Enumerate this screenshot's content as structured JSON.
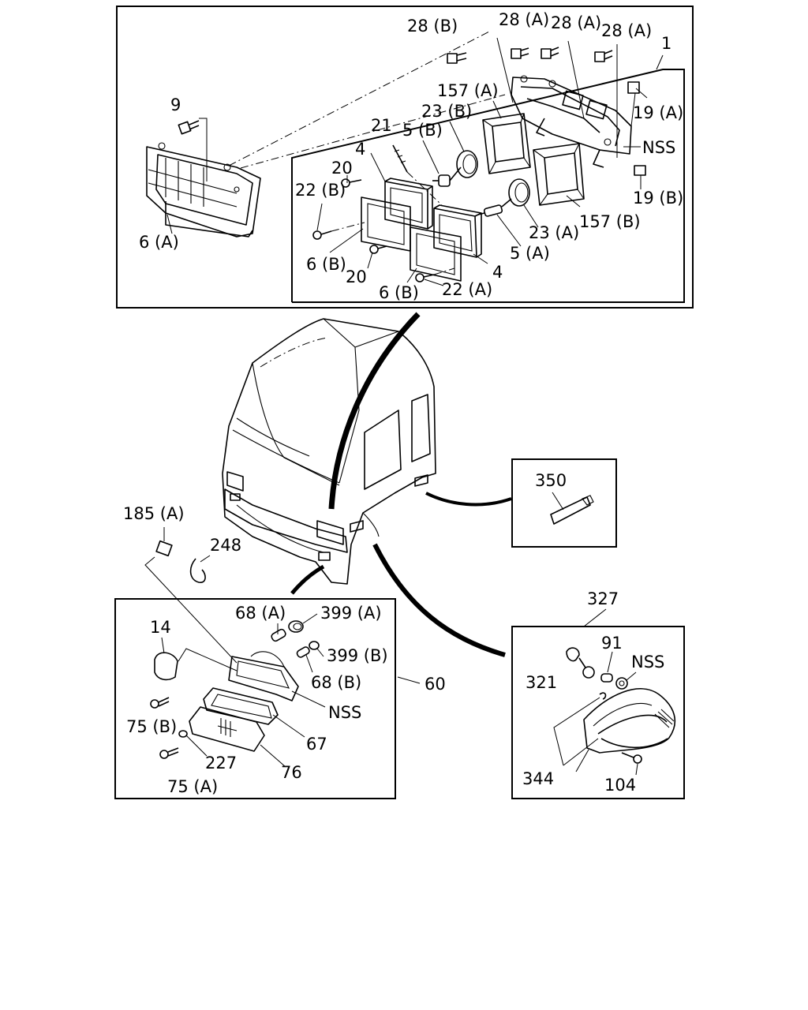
{
  "labels": {
    "l28b": "28 (B)",
    "l28a1": "28 (A)",
    "l28a2": "28 (A)",
    "l28a3": "28 (A)",
    "l1": "1",
    "l19a": "19 (A)",
    "lnss1": "NSS",
    "l19b": "19 (B)",
    "l157a": "157 (A)",
    "l157b": "157 (B)",
    "l23b": "23 (B)",
    "l23a": "23 (A)",
    "l9": "9",
    "l21": "21",
    "l5b": "5 (B)",
    "l5a": "5 (A)",
    "l4a": "4",
    "l4b": "4",
    "l20a": "20",
    "l20b": "20",
    "l22b": "22 (B)",
    "l22a": "22 (A)",
    "l6a": "6 (A)",
    "l6b1": "6 (B)",
    "l6b2": "6 (B)",
    "l350": "350",
    "l185a": "185 (A)",
    "l248": "248",
    "l68a": "68 (A)",
    "l399a": "399 (A)",
    "l14": "14",
    "l399b": "399 (B)",
    "l68b": "68 (B)",
    "l60": "60",
    "lnss2": "NSS",
    "l75b": "75 (B)",
    "l67": "67",
    "l227": "227",
    "l76": "76",
    "l75a": "75 (A)",
    "l327": "327",
    "l91": "91",
    "lnss3": "NSS",
    "l321": "321",
    "l344": "344",
    "l104": "104"
  }
}
